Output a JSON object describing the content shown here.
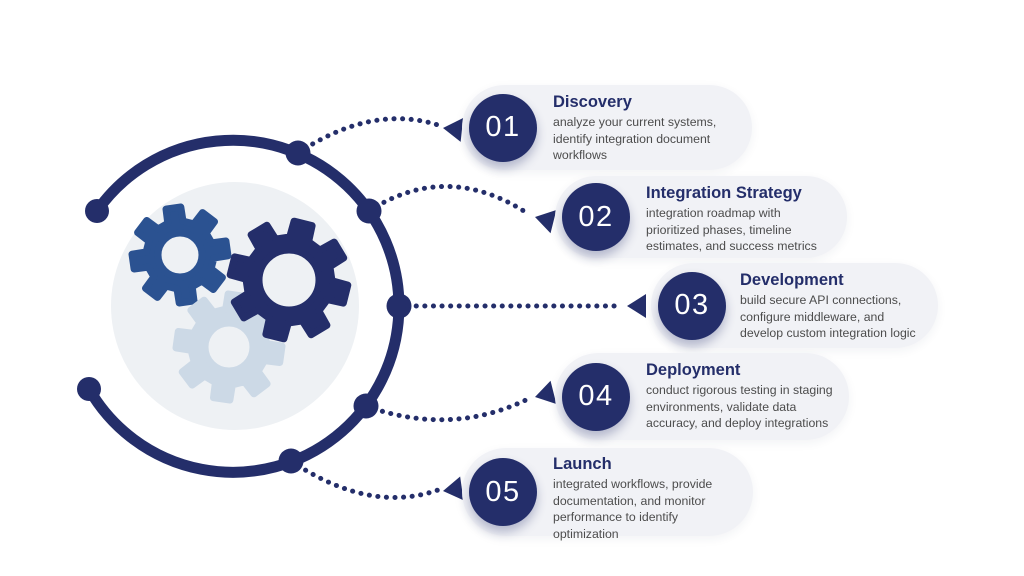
{
  "colors": {
    "navy": "#242e6a",
    "gear_blue": "#2b5291",
    "gear_light": "#ccd9e6",
    "pill_bg": "#f1f2f6",
    "hub_bg": "#eef1f4",
    "number_text": "#ffffff",
    "desc_text": "#4c4c4c"
  },
  "hub": {
    "icon": "gears-icon"
  },
  "steps": [
    {
      "number": "01",
      "title": "Discovery",
      "description": "analyze your current systems,\nidentify integration document\nworkflows"
    },
    {
      "number": "02",
      "title": "Integration Strategy",
      "description": "integration roadmap with\nprioritized phases, timeline\nestimates, and success metrics"
    },
    {
      "number": "03",
      "title": "Development",
      "description": "build secure API connections,\nconfigure middleware, and\ndevelop custom integration logic"
    },
    {
      "number": "04",
      "title": "Deployment",
      "description": "conduct rigorous testing in staging\nenvironments, validate data\naccuracy, and deploy integrations"
    },
    {
      "number": "05",
      "title": "Launch",
      "description": "integrated workflows, provide\ndocumentation, and monitor\nperformance to identify\noptimization"
    }
  ]
}
